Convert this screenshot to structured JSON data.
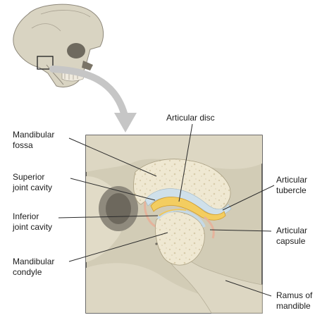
{
  "labels": {
    "articular_disc": "Articular disc",
    "mandibular_fossa": [
      "Mandibular",
      "fossa"
    ],
    "superior_joint_cavity": [
      "Superior",
      "joint cavity"
    ],
    "inferior_joint_cavity": [
      "Inferior",
      "joint cavity"
    ],
    "mandibular_condyle": [
      "Mandibular",
      "condyle"
    ],
    "articular_tubercle": [
      "Articular",
      "tubercle"
    ],
    "articular_capsule": [
      "Articular",
      "capsule"
    ],
    "ramus_of_mandible": [
      "Ramus of",
      "mandible"
    ]
  },
  "colors": {
    "bone": "#e3ddc9",
    "bone_dark": "#c9c2a9",
    "panel_bg": "#d6d0bc",
    "cartilage": "#c5d9e6",
    "disc": "#f0c75a",
    "capsule_edge": "#e9b7a2",
    "leader": "#2b2b2b",
    "arrow": "#bdbdbd"
  },
  "icons": [
    "skull-icon",
    "curved-arrow-icon"
  ]
}
